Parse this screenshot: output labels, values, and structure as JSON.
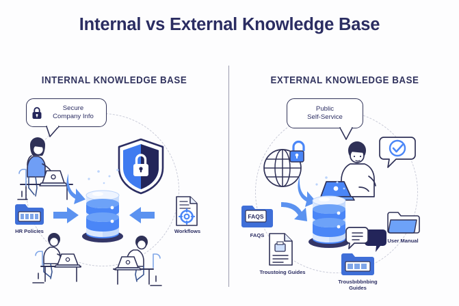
{
  "title": "Internal vs External Knowledge Base",
  "divider": {
    "present": true
  },
  "colors": {
    "title_navy": "#2b2d62",
    "heading_navy": "#32345f",
    "accent_blue": "#4a86f7",
    "arrow_blue": "#5b92f0",
    "dark_navy": "#23255a",
    "db_light": "#bcd4fb",
    "background": "#fdfdfe",
    "divider_gray": "#9a9bae",
    "dashed_gray": "#c9cbd8"
  },
  "panels": [
    {
      "id": "internal",
      "heading": "INTERNAL KNOWLEDGE BASE",
      "callout": {
        "text": "Secure\nCompany Info",
        "line1": "Secure",
        "line2": "Company Info",
        "icon": "lock-icon"
      },
      "badge": {
        "icon": "shield-lock-icon",
        "label": ""
      },
      "center": {
        "icon": "database-icon",
        "label": ""
      },
      "items": [
        {
          "label": "HR Policies",
          "icon": "folder-files-icon"
        },
        {
          "label": "Workflows",
          "icon": "document-gear-icon"
        }
      ],
      "people": [
        {
          "icon": "woman-at-laptop-icon"
        },
        {
          "icon": "person-at-desk-icon"
        },
        {
          "icon": "person-at-desk-icon"
        }
      ],
      "arrows": [
        {
          "icon": "arrow-down-icon"
        },
        {
          "icon": "arrow-right-icon"
        },
        {
          "icon": "arrow-left-icon"
        }
      ]
    },
    {
      "id": "external",
      "heading": "EXTERNAL KNOWLEDGE BASE",
      "callout": {
        "text": "Public\nSelf-Service",
        "line1": "Public",
        "line2": "Self-Service",
        "icon": ""
      },
      "badge": {
        "icon": "globe-unlocked-icon",
        "label": ""
      },
      "check": {
        "icon": "check-bubble-icon"
      },
      "center": {
        "icon": "database-icon",
        "label": ""
      },
      "items": [
        {
          "label": "FAQS",
          "icon": "folder-faqs-icon",
          "badge": "FAQS"
        },
        {
          "label": "Troustoing Guides",
          "icon": "document-printer-icon"
        },
        {
          "label": "User Manual",
          "icon": "folder-plain-icon"
        },
        {
          "label": "Trousbıbbnbing Guides",
          "line1": "Trousbıbbnbing",
          "line2": "Guides",
          "icon": "chat-bubbles-icon"
        }
      ],
      "people": [
        {
          "icon": "person-at-laptop-icon"
        }
      ],
      "arrows": [
        {
          "icon": "arrow-down-icon"
        },
        {
          "icon": "arrow-right-icon"
        }
      ]
    }
  ]
}
